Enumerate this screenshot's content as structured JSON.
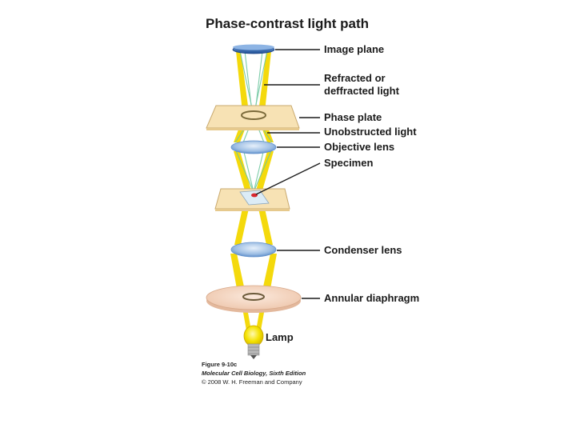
{
  "title": "Phase-contrast light path",
  "labels": {
    "image_plane": "Image plane",
    "refracted_1": "Refracted or",
    "refracted_2": "deffracted light",
    "phase_plate": "Phase plate",
    "unobstructed_light": "Unobstructed light",
    "objective_lens": "Objective lens",
    "specimen": "Specimen",
    "condenser_lens": "Condenser lens",
    "annular_diaphragm": "Annular diaphragm",
    "lamp": "Lamp"
  },
  "caption": {
    "figure": "Figure 9-10c",
    "book": "Molecular Cell Biology, Sixth Edition",
    "copyright": "© 2008 W. H. Freeman and Company"
  },
  "colors": {
    "light_yellow": "#f2d400",
    "plate_fill": "#f7e2b4",
    "plate_edge": "#c9a96e",
    "lens_blue": "#8fb3de",
    "image_plane_blue": "#3a6fb5",
    "diaphragm_fill": "#f6d9c4",
    "refracted_green": "#6fc7a0",
    "specimen_red": "#d9272e"
  }
}
